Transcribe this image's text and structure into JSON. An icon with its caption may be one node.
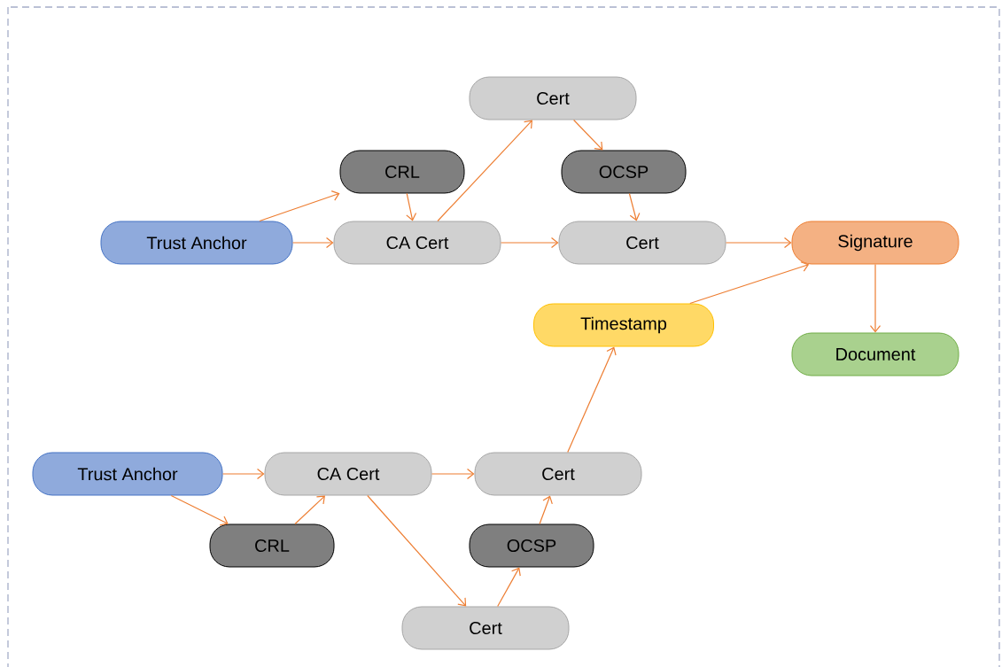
{
  "diagram": {
    "nodes": [
      {
        "text": [
          "Cert"
        ]
      },
      {
        "text": [
          "CRL"
        ]
      },
      {
        "text": [
          "OCSP"
        ]
      },
      {
        "text": [
          "Trust Anchor"
        ]
      },
      {
        "text": [
          "CA Cert"
        ]
      },
      {
        "text": [
          "Cert"
        ]
      },
      {
        "text": [
          "Signature"
        ]
      },
      {
        "text": [
          "Timestamp"
        ]
      },
      {
        "text": [
          "Document"
        ]
      },
      {
        "text": [
          "Trust Anchor"
        ]
      },
      {
        "text": [
          "CA Cert"
        ]
      },
      {
        "text": [
          "Cert"
        ]
      },
      {
        "text": [
          "CRL"
        ]
      },
      {
        "text": [
          "OCSP"
        ]
      },
      {
        "text": [
          "Cert"
        ]
      }
    ],
    "edges": [
      {
        "from": 3,
        "to": 1,
        "arrow": "to"
      },
      {
        "from": 1,
        "to": 4,
        "arrow": "to"
      },
      {
        "from": 3,
        "to": 4,
        "arrow": "to"
      },
      {
        "from": 4,
        "to": 0,
        "arrow": "to"
      },
      {
        "from": 0,
        "to": 2,
        "arrow": "to"
      },
      {
        "from": 2,
        "to": 5,
        "arrow": "to"
      },
      {
        "from": 4,
        "to": 5,
        "arrow": "to"
      },
      {
        "from": 5,
        "to": 6,
        "arrow": "to"
      },
      {
        "from": 7,
        "to": 6,
        "arrow": "to"
      },
      {
        "from": 6,
        "to": 8,
        "arrow": "to"
      },
      {
        "from": 9,
        "to": 10,
        "arrow": "to"
      },
      {
        "from": 9,
        "to": 12,
        "arrow": "to"
      },
      {
        "from": 12,
        "to": 10,
        "arrow": "to"
      },
      {
        "from": 10,
        "to": 11,
        "arrow": "to"
      },
      {
        "from": 10,
        "to": 14,
        "arrow": "to"
      },
      {
        "from": 14,
        "to": 13,
        "arrow": "to"
      },
      {
        "from": 13,
        "to": 11,
        "arrow": "to"
      },
      {
        "from": 11,
        "to": 7,
        "arrow": "to"
      }
    ]
  }
}
